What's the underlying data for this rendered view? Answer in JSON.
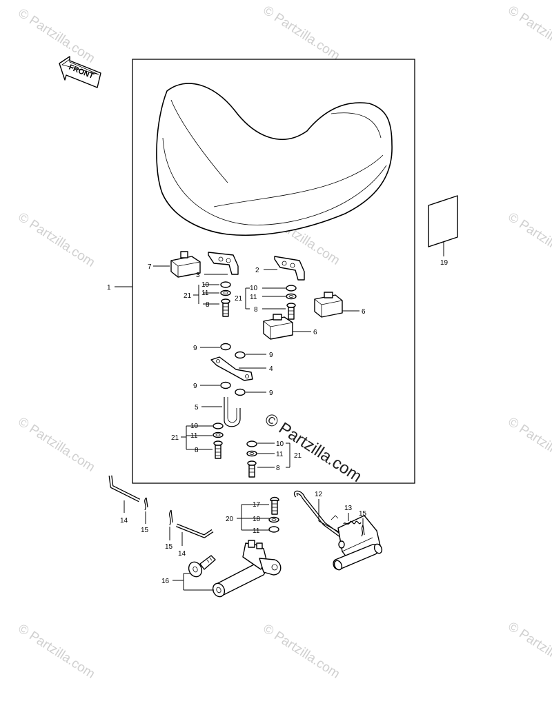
{
  "watermark": {
    "text": "© Partzilla.com",
    "center_text": "© Partzilla.com"
  },
  "front_arrow": {
    "text": "FRONT"
  },
  "callouts": {
    "c1": "1",
    "c2": "2",
    "c3": "3",
    "c4": "4",
    "c5": "5",
    "c6a": "6",
    "c6b": "6",
    "c7": "7",
    "c8a": "8",
    "c8b": "8",
    "c8c": "8",
    "c8d": "8",
    "c9a": "9",
    "c9b": "9",
    "c9c": "9",
    "c9d": "9",
    "c10a": "10",
    "c10b": "10",
    "c10c": "10",
    "c10d": "10",
    "c11a": "11",
    "c11b": "11",
    "c11c": "11",
    "c11d": "11",
    "c11e": "11",
    "c12": "12",
    "c13": "13",
    "c14a": "14",
    "c14b": "14",
    "c15a": "15",
    "c15b": "15",
    "c15c": "15",
    "c16": "16",
    "c17": "17",
    "c18": "18",
    "c19": "19",
    "c20": "20",
    "c21a": "21",
    "c21b": "21",
    "c21c": "21",
    "c21d": "21"
  }
}
